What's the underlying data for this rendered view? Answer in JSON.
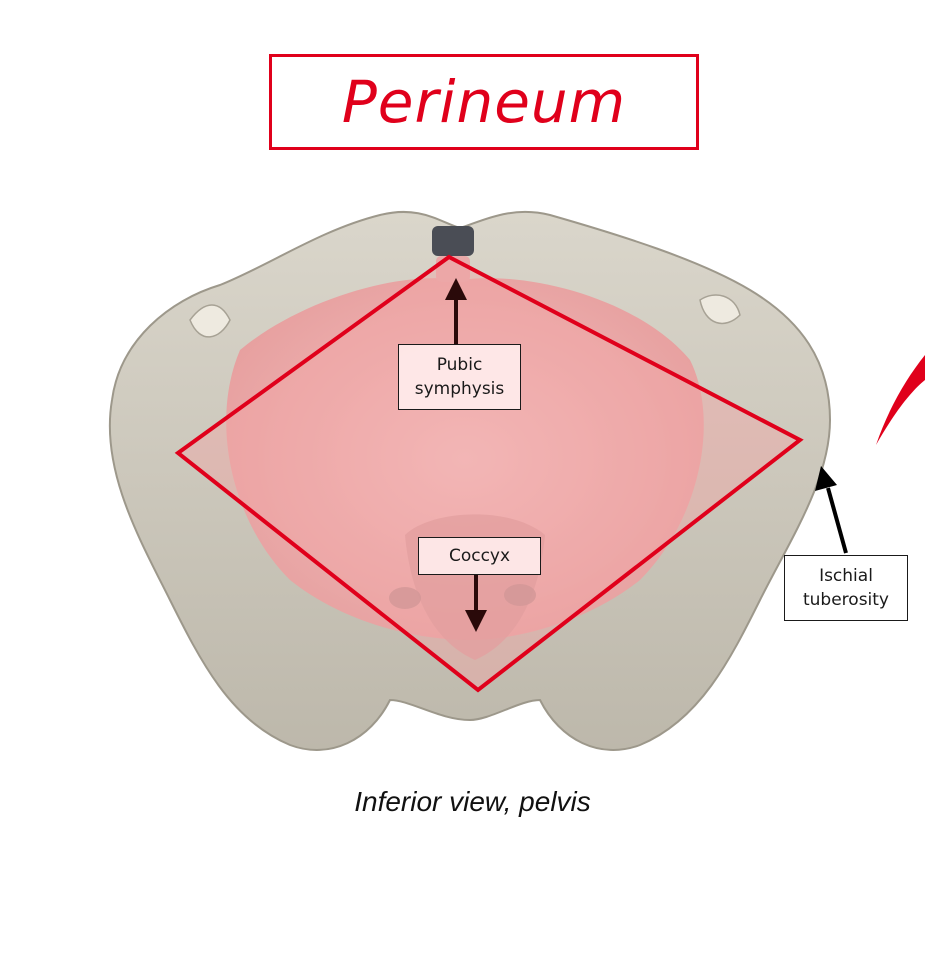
{
  "title": "Perineum",
  "labels": {
    "pubic_symphysis": [
      "Pubic",
      "symphysis"
    ],
    "coccyx": "Coccyx",
    "ischial_tuberosity": [
      "Ischial",
      "tuberosity"
    ]
  },
  "caption": "Inferior view, pelvis",
  "colors": {
    "accent_red": "#e0001b",
    "perineum_fill": "#f2a6a6",
    "bone": "#cfcabd",
    "arrow": "#2a0a0a"
  },
  "icons": [
    "arrow-up-icon",
    "arrow-down-icon",
    "arrow-pointer-icon"
  ]
}
